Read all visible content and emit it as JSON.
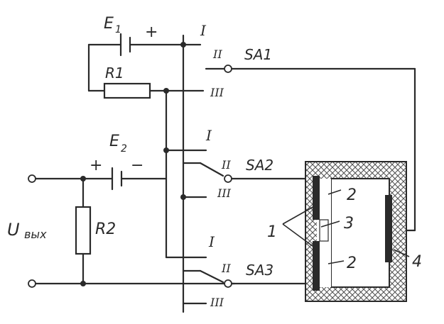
{
  "labels": {
    "e1": "E",
    "e1_sub": "1",
    "e2": "E",
    "e2_sub": "2",
    "plus": "+",
    "minus": "−",
    "r1": "R1",
    "r2": "R2",
    "sa1": "SA1",
    "sa2": "SA2",
    "sa3": "SA3",
    "pos_I": "I",
    "pos_II": "II",
    "pos_III": "III",
    "u_out": "U",
    "u_out_sub": "вых",
    "n1": "1",
    "n2": "2",
    "n3": "3",
    "n4": "4"
  },
  "colors": {
    "ink": "#2a2a2a",
    "paper": "#ffffff",
    "insulation": "#8a8a8a"
  }
}
